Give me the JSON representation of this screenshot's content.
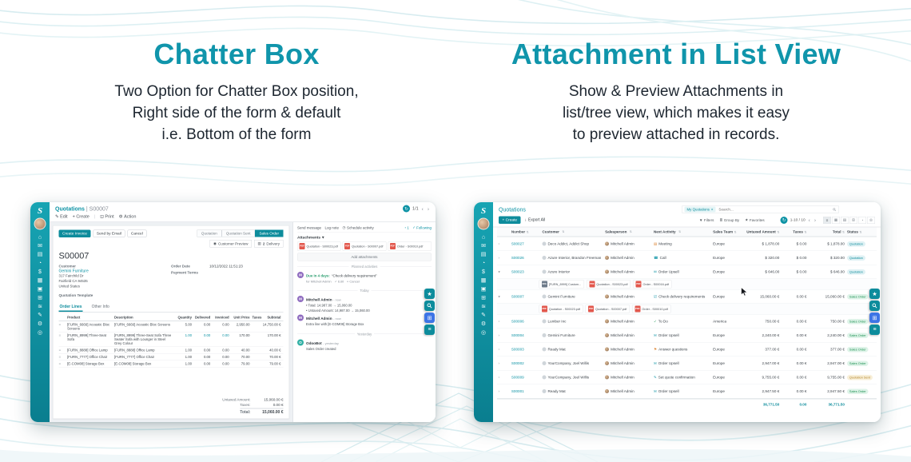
{
  "hero": {
    "left": {
      "title": "Chatter Box",
      "subtitle_lines": [
        "Two Option for Chatter Box position,",
        "Right side of the form & default",
        "i.e. Bottom of the form"
      ]
    },
    "right": {
      "title": "Attachment in List View",
      "subtitle_lines": [
        "Show & Preview Attachments in",
        "list/tree view, which makes it easy",
        "to preview attached in records."
      ]
    }
  },
  "colors": {
    "accent": "#1095ab",
    "sidebar": "#0d8c9c",
    "badge_green": "#1f9254",
    "badge_orange": "#b3852a",
    "pdf_red": "#e2574c"
  },
  "glyphs": {
    "prev": "‹",
    "next": "›",
    "refresh": "↻",
    "plus": "+",
    "pencil": "✎",
    "print": "⊡",
    "gear": "⚙",
    "dropdown": "▾",
    "clock": "◷",
    "eye": "◉",
    "truck": "▥",
    "star": "★",
    "grid": "⊞",
    "menu": "≡",
    "caret": "▼",
    "group": "≣",
    "download": "↓",
    "users": "◔",
    "check": "✓",
    "cross": "×",
    "handle": "≡",
    "bullet": "•",
    "sep": "|"
  },
  "sidebar": {
    "logo": "S",
    "icons": [
      {
        "name": "home-icon",
        "glyph": "⌂"
      },
      {
        "name": "discuss-icon",
        "glyph": "✉"
      },
      {
        "name": "calendar-icon",
        "glyph": "▤"
      },
      {
        "name": "crm-icon",
        "glyph": "◔"
      },
      {
        "name": "sales-icon",
        "glyph": "$"
      },
      {
        "name": "dashboard-icon",
        "glyph": "▦"
      },
      {
        "name": "inventory-icon",
        "glyph": "▣"
      },
      {
        "name": "apps-icon",
        "glyph": "⊞"
      },
      {
        "name": "accounting-icon",
        "glyph": "≋"
      },
      {
        "name": "notes-icon",
        "glyph": "✎"
      },
      {
        "name": "settings-icon",
        "glyph": "⚙"
      },
      {
        "name": "website-icon",
        "glyph": "◎"
      }
    ]
  },
  "chatter_app": {
    "breadcrumb": "Quotations",
    "breadcrumb_record": "| S00007",
    "toolbar": {
      "edit": "Edit",
      "create": "Create",
      "print": "Print",
      "action": "Action",
      "pager": "1/1"
    },
    "header_buttons": {
      "create_invoice": "Create Invoice",
      "send_by_email": "Send by Email",
      "cancel": "Cancel"
    },
    "statusbar": [
      {
        "label": "Quotation",
        "cls": ""
      },
      {
        "label": "Quotation Sent",
        "cls": ""
      },
      {
        "label": "Sales Order",
        "cls": "step-active"
      }
    ],
    "smart": {
      "preview": "Customer Preview",
      "delivery_count": "2",
      "delivery": "Delivery"
    },
    "record_name": "S00007",
    "fields": {
      "customer_label": "Customer",
      "customer_name": "Gemini Furniture",
      "address_lines": [
        "317 Fairchild Dr",
        "Fairfield CA 94535",
        "United States"
      ],
      "order_date_label": "Order Date",
      "order_date": "10/12/2022 11:51:23",
      "payment_terms_label": "Payment Terms",
      "quotation_template_label": "Quotation Template"
    },
    "tabs": [
      {
        "label": "Order Lines",
        "cls": "tab-active"
      },
      {
        "label": "Other Info",
        "cls": ""
      }
    ],
    "table": {
      "headers": [
        "Product",
        "Description",
        "Quantity",
        "Delivered",
        "Invoiced",
        "Unit Price",
        "Taxes",
        "Subtotal"
      ],
      "rows": [
        {
          "product": "[FURN_6666] Acoustic Bloc Screens",
          "description": "[FURN_6666] Acoustic Bloc Screens",
          "qty": "5.00",
          "delivered": "0.00",
          "invoiced": "0.00",
          "price": "2,950.00",
          "taxes": "",
          "subtotal": "14,750.00 €",
          "numcls": ""
        },
        {
          "product": "[FURN_8999] Three-Seat Sofa",
          "description": "[FURN_8999] Three-Seat Sofa Three Seater Sofa with Lounger in Steel Grey Colour",
          "qty": "1.00",
          "delivered": "0.00",
          "invoiced": "0.00",
          "price": "170.00",
          "taxes": "",
          "subtotal": "170.00 €",
          "numcls": "teal-num"
        },
        {
          "product": "[FURN_8888] Office Lamp",
          "description": "[FURN_8888] Office Lamp",
          "qty": "1.00",
          "delivered": "0.00",
          "invoiced": "0.00",
          "price": "40.00",
          "taxes": "",
          "subtotal": "40.00 €",
          "numcls": ""
        },
        {
          "product": "[FURN_7777] Office Chair",
          "description": "[FURN_7777] Office Chair",
          "qty": "1.00",
          "delivered": "0.00",
          "invoiced": "0.00",
          "price": "70.00",
          "taxes": "",
          "subtotal": "70.00 €",
          "numcls": ""
        },
        {
          "product": "[E-COM08] Storage Box",
          "description": "[E-COM08] Storage Box",
          "qty": "1.00",
          "delivered": "0.00",
          "invoiced": "0.00",
          "price": "79.00",
          "taxes": "",
          "subtotal": "79.00 €",
          "numcls": ""
        }
      ],
      "totals": {
        "untaxed_label": "Untaxed Amount:",
        "untaxed": "15,060.00 €",
        "taxes_label": "Taxes:",
        "taxes": "0.00 €",
        "total_label": "Total:",
        "total": "15,060.00 €"
      }
    },
    "chatter": {
      "send_message": "Send message",
      "log_note": "Log note",
      "schedule_activity": "Schedule activity",
      "follower_count": "1",
      "following": "Following",
      "attachments_title": "Attachments",
      "attachments": [
        {
          "name": "Quotation - S00023.pdf",
          "badge": "PDF",
          "ico_cls": "ico-pdf"
        },
        {
          "name": "Quotation - S00007.pdf",
          "badge": "PDF",
          "ico_cls": "ico-pdf"
        },
        {
          "name": "Order - S00010.pdf",
          "badge": "PDF",
          "ico_cls": "ico-pdf"
        }
      ],
      "add_attachments": "Add attachments",
      "planned_activities": "Planned activities",
      "activity": {
        "due": "Due in 4 days:",
        "summary": "“Check delivery requirement”",
        "assignee": "for Mitchell Admin",
        "edit": "✓ Edit",
        "cancel": "× Cancel"
      },
      "dividers": {
        "today": "Today",
        "yesterday": "Yesterday"
      },
      "messages_today": [
        {
          "initial": "M",
          "author": "Mitchell Admin",
          "time": "- now",
          "avcls": "av-purple",
          "line1": "• Total: 14,987.00 → 15,060.00",
          "line2": "• Untaxed Amount: 14,987.00 → 15,060.00"
        },
        {
          "initial": "M",
          "author": "Mitchell Admin",
          "time": "- now",
          "avcls": "av-purple",
          "line1": "Extra line with [E-COM08] Storage Box",
          "line2": ""
        }
      ],
      "messages_yesterday": [
        {
          "initial": "O",
          "author": "OdooBot",
          "time": "- yesterday",
          "avcls": "av-teal",
          "line1": "Sales Order created",
          "line2": ""
        }
      ]
    }
  },
  "list_app": {
    "title": "Quotations",
    "search": {
      "facet_label": "My Quotations",
      "facet_remove": "×",
      "placeholder": "Search..."
    },
    "actions": {
      "create": "Create",
      "export": "Export All"
    },
    "search_menus": [
      {
        "name": "filters-menu",
        "glyph": "▼",
        "label": "Filters"
      },
      {
        "name": "group-by-menu",
        "glyph": "≣",
        "label": "Group By"
      },
      {
        "name": "favorites-menu",
        "glyph": "★",
        "label": "Favorites"
      }
    ],
    "pager": "1-10 / 10",
    "view_icons": [
      {
        "name": "view-list-icon",
        "glyph": "≡",
        "cls": "view-active"
      },
      {
        "name": "view-kanban-icon",
        "glyph": "▦",
        "cls": ""
      },
      {
        "name": "view-calendar-icon",
        "glyph": "▤",
        "cls": ""
      },
      {
        "name": "view-pivot-icon",
        "glyph": "⊞",
        "cls": ""
      },
      {
        "name": "view-graph-icon",
        "glyph": "◔",
        "cls": ""
      },
      {
        "name": "view-map-icon",
        "glyph": "◎",
        "cls": ""
      }
    ],
    "table": {
      "headers": [
        "Number",
        "Customer",
        "Salesperson",
        "Next Activity",
        "Sales Team",
        "Untaxed Amount",
        "Taxes",
        "Total",
        "Status"
      ],
      "rows_top": [
        {
          "exp": "›",
          "number": "S00027",
          "customer": "Deco Addict, Addict Shop",
          "salesperson": "Mitchell Admin",
          "act_glyph": "▤",
          "act_cls": "g-orange",
          "activity": "Meeting",
          "team": "Europe",
          "untaxed": "$ 1,878.00",
          "taxes": "$ 0.00",
          "total": "$ 1,878.00",
          "status": "Quotation",
          "status_cls": "b-quo"
        },
        {
          "exp": "›",
          "number": "S00026",
          "customer": "Azure Interior, Brandon Freeman",
          "salesperson": "Mitchell Admin",
          "act_glyph": "☎",
          "act_cls": "g-teal",
          "activity": "Call",
          "team": "Europe",
          "untaxed": "$ 320.00",
          "taxes": "$ 0.00",
          "total": "$ 320.00",
          "status": "Quotation",
          "status_cls": "b-quo"
        },
        {
          "exp": "▾",
          "number": "S00023",
          "customer": "Azure Interior",
          "salesperson": "Mitchell Admin",
          "act_glyph": "✉",
          "act_cls": "g-teal",
          "activity": "Order Upsell",
          "team": "Europe",
          "untaxed": "$ 646.00",
          "taxes": "$ 0.00",
          "total": "$ 646.00",
          "status": "Quotation",
          "status_cls": "b-quo"
        }
      ],
      "attach_a": [
        {
          "name": "[FURN_8999] Custom...",
          "badge": "IMG",
          "ico_cls": "ico-img"
        },
        {
          "name": "Quotation - S00023.pdf",
          "badge": "PDF",
          "ico_cls": "ico-pdf"
        },
        {
          "name": "Order - S00016.pdf",
          "badge": "PDF",
          "ico_cls": "ico-pdf"
        }
      ],
      "rows_mid": [
        {
          "exp": "▾",
          "number": "S00007",
          "customer": "Gemini Furniture",
          "salesperson": "Mitchell Admin",
          "act_glyph": "☑",
          "act_cls": "g-teal",
          "activity": "Check delivery requirements",
          "team": "Europe",
          "untaxed": "15,060.00 €",
          "taxes": "0.00 €",
          "total": "15,060.00 €",
          "status": "Sales Order",
          "status_cls": "b-so"
        }
      ],
      "attach_b": [
        {
          "name": "Quotation - S00023.pdf",
          "badge": "PDF",
          "ico_cls": "ico-pdf"
        },
        {
          "name": "Quotation - S00007.pdf",
          "badge": "PDF",
          "ico_cls": "ico-pdf"
        },
        {
          "name": "Order - S00010.pdf",
          "badge": "PDF",
          "ico_cls": "ico-pdf"
        }
      ],
      "rows_bottom": [
        {
          "exp": "›",
          "number": "S00006",
          "customer": "Lumber Inc",
          "salesperson": "Mitchell Admin",
          "act_glyph": "✓",
          "act_cls": "g-green",
          "activity": "To Do",
          "team": "America",
          "untaxed": "750.00 €",
          "taxes": "0.00 €",
          "total": "750.00 €",
          "status": "Sales Order",
          "status_cls": "b-so"
        },
        {
          "exp": "›",
          "number": "S00004",
          "customer": "Gemini Furniture",
          "salesperson": "Mitchell Admin",
          "act_glyph": "✉",
          "act_cls": "g-teal",
          "activity": "Order Upsell",
          "team": "Europe",
          "untaxed": "2,240.00 €",
          "taxes": "0.00 €",
          "total": "2,240.00 €",
          "status": "Sales Order",
          "status_cls": "b-so"
        },
        {
          "exp": "›",
          "number": "S00003",
          "customer": "Ready Mat",
          "salesperson": "Mitchell Admin",
          "act_glyph": "⚑",
          "act_cls": "g-orange",
          "activity": "Answer questions",
          "team": "Europe",
          "untaxed": "377.00 €",
          "taxes": "0.00 €",
          "total": "377.00 €",
          "status": "Sales Order",
          "status_cls": "b-so"
        },
        {
          "exp": "›",
          "number": "S00002",
          "customer": "YourCompany, Joel Willis",
          "salesperson": "Mitchell Admin",
          "act_glyph": "✉",
          "act_cls": "g-teal",
          "activity": "Order Upsell",
          "team": "Europe",
          "untaxed": "2,947.00 €",
          "taxes": "0.00 €",
          "total": "2,947.00 €",
          "status": "Sales Order",
          "status_cls": "b-so"
        },
        {
          "exp": "›",
          "number": "S00009",
          "customer": "YourCompany, Joel Willis",
          "salesperson": "Mitchell Admin",
          "act_glyph": "✎",
          "act_cls": "g-teal",
          "activity": "Set quote confirmation",
          "team": "Europe",
          "untaxed": "9,755.00 €",
          "taxes": "0.00 €",
          "total": "9,755.00 €",
          "status": "Quotation Sent",
          "status_cls": "b-qs"
        },
        {
          "exp": "›",
          "number": "S00001",
          "customer": "Ready Mat",
          "salesperson": "Mitchell Admin",
          "act_glyph": "✉",
          "act_cls": "g-teal",
          "activity": "Order Upsell",
          "team": "Europe",
          "untaxed": "2,947.50 €",
          "taxes": "0.00 €",
          "total": "2,947.50 €",
          "status": "Sales Order",
          "status_cls": "b-so"
        }
      ],
      "footer": {
        "untaxed": "36,771.50",
        "taxes": "0.00",
        "total": "36,771.50"
      }
    }
  }
}
